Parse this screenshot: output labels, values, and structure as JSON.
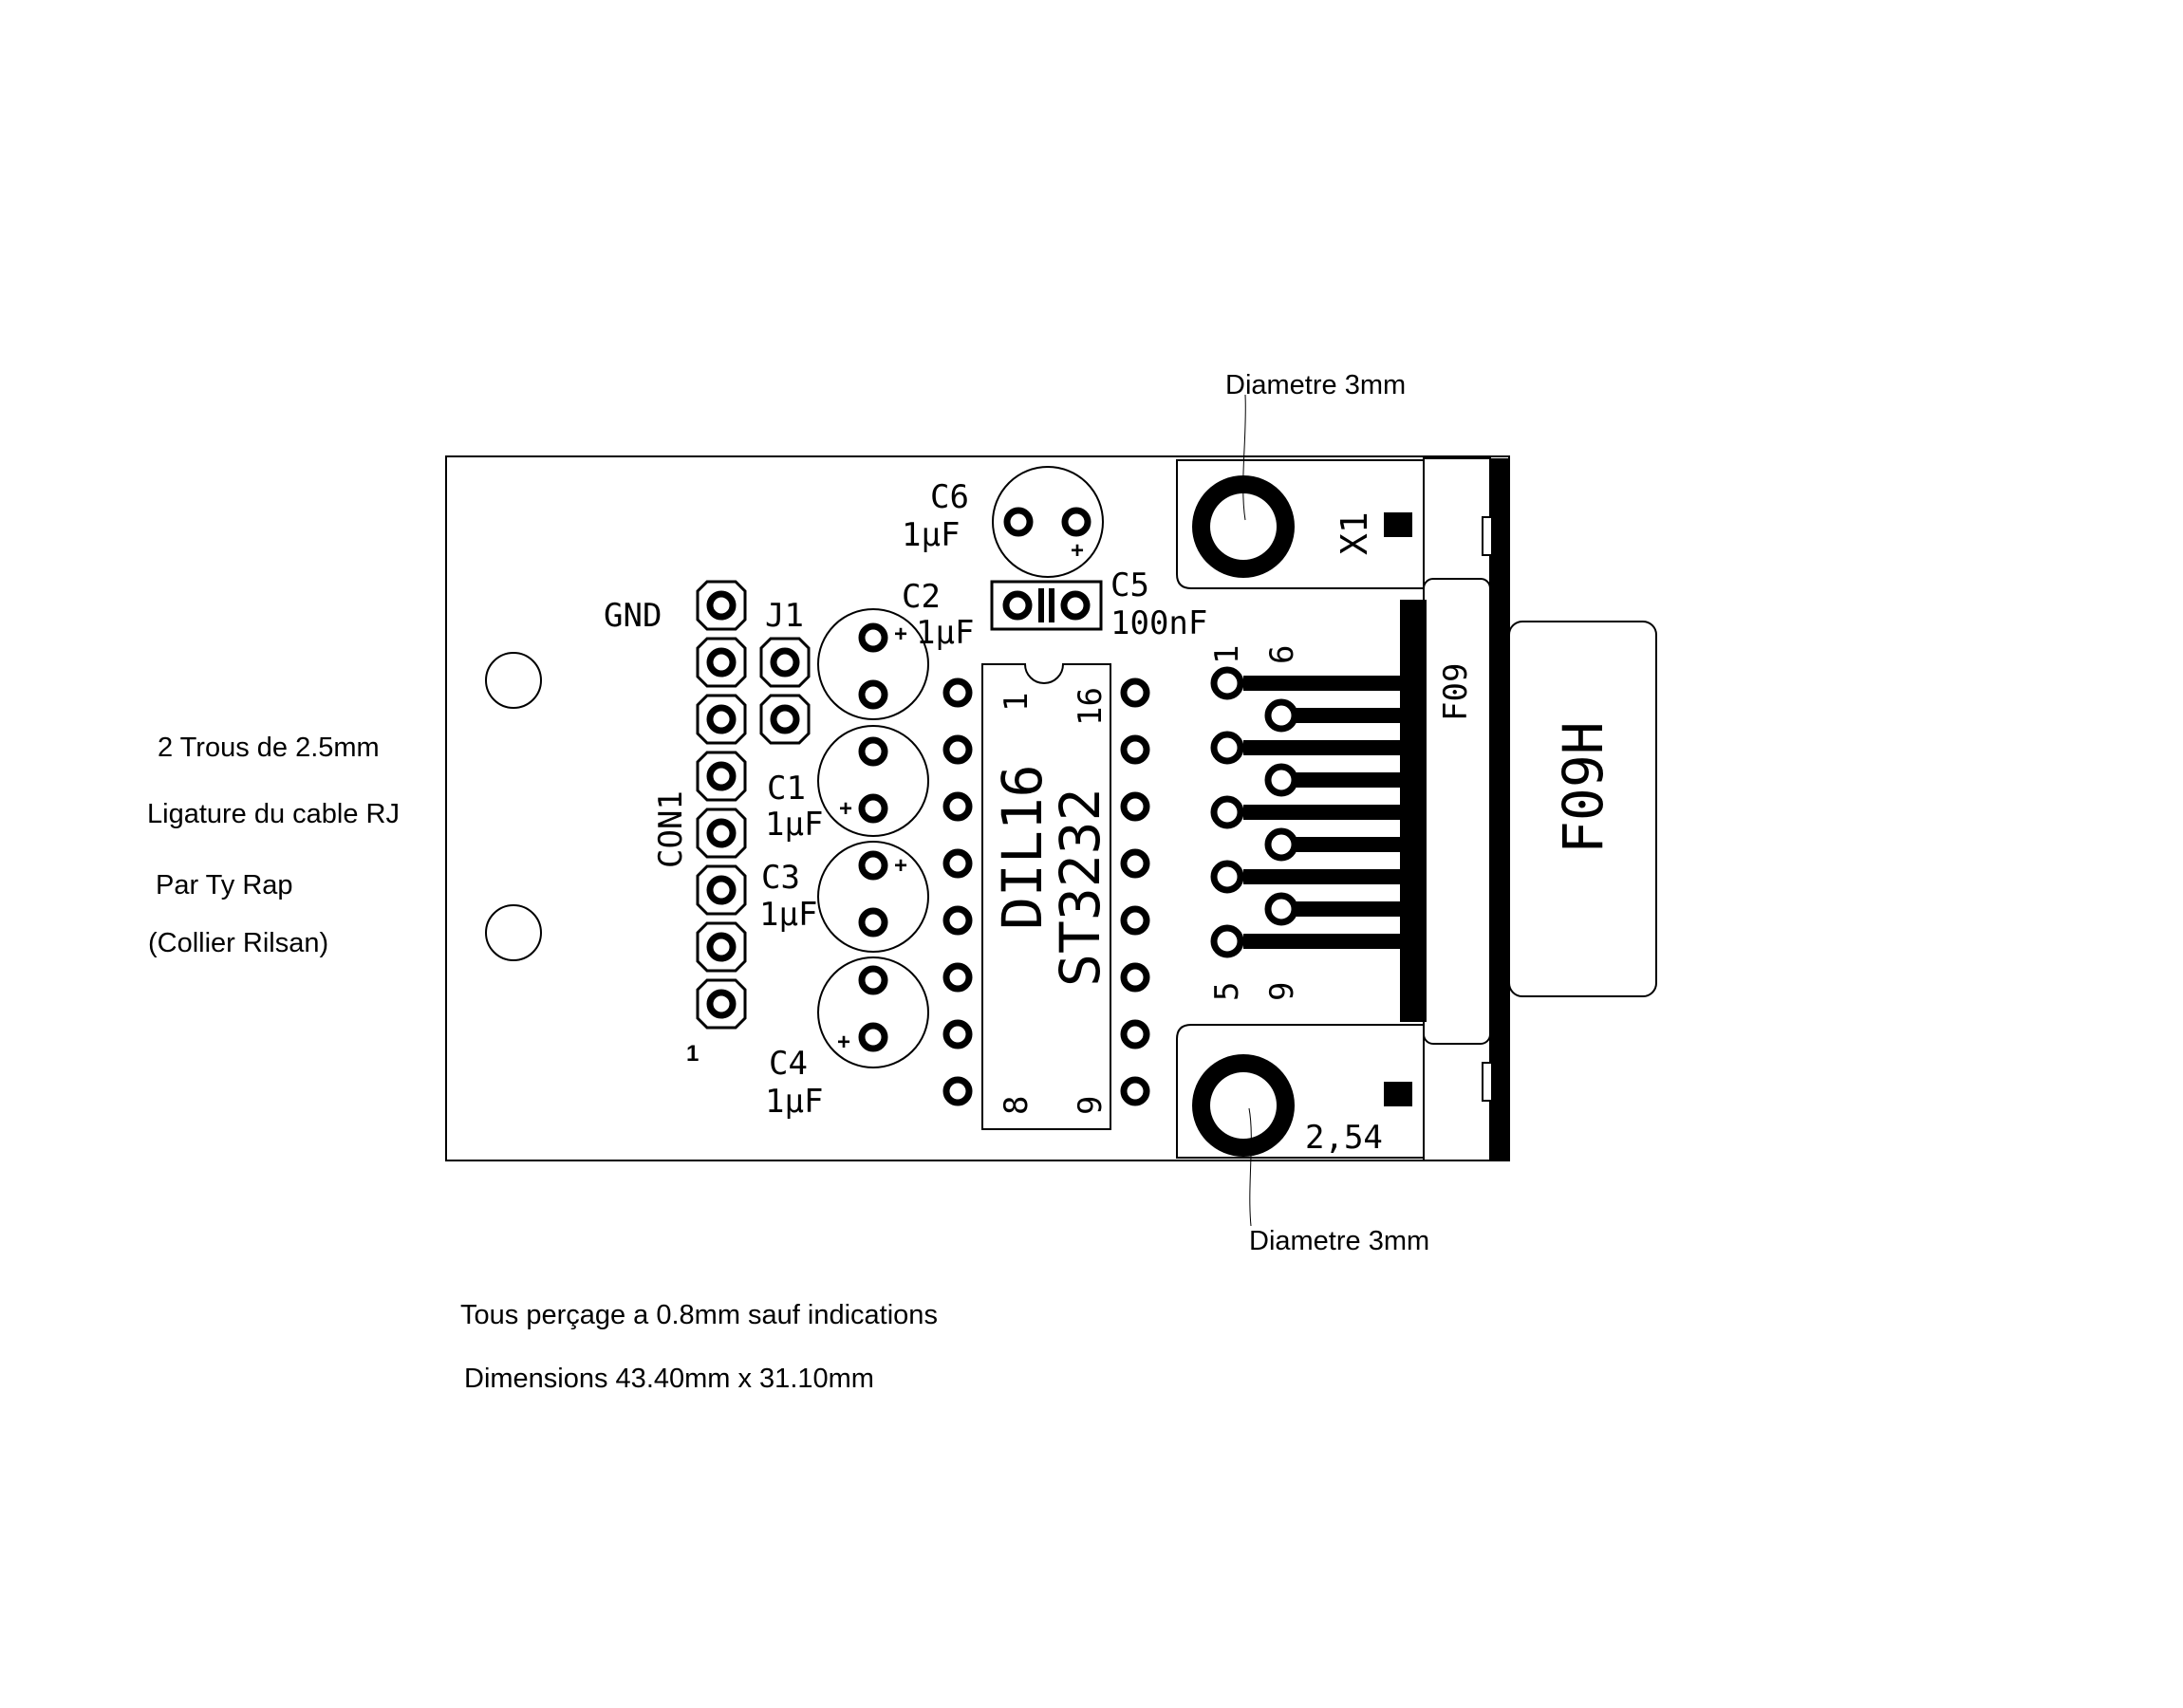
{
  "annotations": {
    "hole_top": "Diametre 3mm",
    "hole_bottom": "Diametre 3mm",
    "left_line1": "2 Trous de 2.5mm",
    "left_line2": "Ligature du cable RJ",
    "left_line3": "Par Ty Rap",
    "left_line4": "(Collier Rilsan)",
    "bottom_line1": "Tous perçage a 0.8mm sauf indications",
    "bottom_line2": "Dimensions 43.40mm x 31.10mm"
  },
  "silkscreen": {
    "gnd": "GND",
    "j1": "J1",
    "con1": "CON1",
    "con1_pin1": "1",
    "c1": "C1",
    "c1_val": "1µF",
    "c2": "C2",
    "c2_val": "1µF",
    "c3": "C3",
    "c3_val": "1µF",
    "c4": "C4",
    "c4_val": "1µF",
    "c5": "C5",
    "c5_val": "100nF",
    "c6": "C6",
    "c6_val": "1µF",
    "ic_package": "DIL16",
    "ic_part": "ST3232",
    "ic_pin1": "1",
    "ic_pin16": "16",
    "ic_pin8": "8",
    "ic_pin9": "9",
    "x1": "X1",
    "pitch": "2,54",
    "db9_pin1": "1",
    "db9_pin6": "6",
    "db9_pin5": "5",
    "db9_pin9": "9",
    "f09": "F09",
    "f09h": "F09H",
    "plus": "+"
  }
}
